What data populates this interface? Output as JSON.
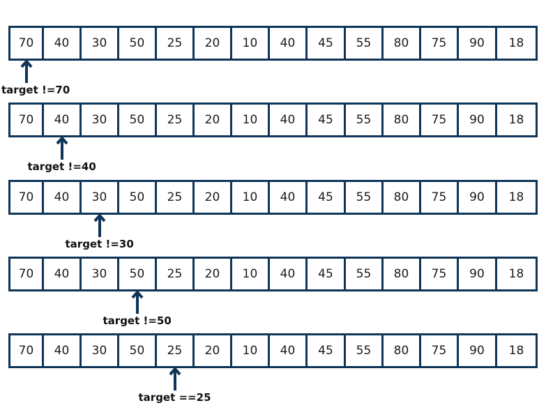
{
  "array_values": [
    "70",
    "40",
    "30",
    "50",
    "25",
    "20",
    "10",
    "40",
    "45",
    "55",
    "80",
    "75",
    "90",
    "18"
  ],
  "steps": [
    {
      "pointer_index": 0,
      "label": "target !=70"
    },
    {
      "pointer_index": 1,
      "label": "target !=40"
    },
    {
      "pointer_index": 2,
      "label": "target !=30"
    },
    {
      "pointer_index": 3,
      "label": "target !=50"
    },
    {
      "pointer_index": 4,
      "label": "target ==25"
    }
  ],
  "colors": {
    "border": "#0e3557",
    "arrow": "#0e3557",
    "text": "#1a1a1a"
  }
}
